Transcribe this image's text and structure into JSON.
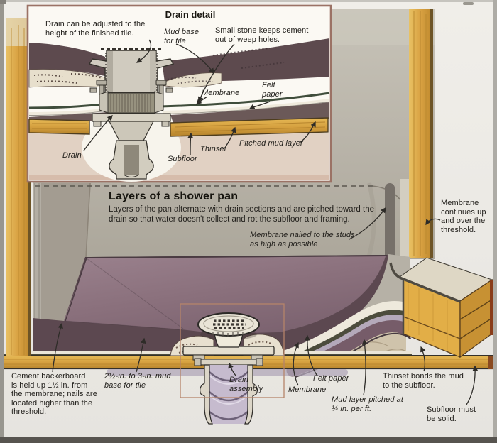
{
  "inset": {
    "title": "Drain detail",
    "callouts": {
      "drain_adjust": "Drain can be adjusted to the\nheight of the finished tile.",
      "mud_base": "Mud base\nfor tile",
      "small_stone": "Small stone keeps cement\nout of weep holes.",
      "membrane": "Membrane",
      "felt_paper": "Felt\npaper",
      "drain": "Drain",
      "subfloor": "Subfloor",
      "thinset": "Thinset",
      "pitched_mud_layer": "Pitched mud layer"
    }
  },
  "main": {
    "title": "Layers of a shower pan",
    "description": "Layers of the pan alternate with drain sections and are pitched toward the\ndrain so that water doesn't collect and rot the subfloor and framing.",
    "callouts": {
      "membrane_nailed": "Membrane nailed to the studs\nas high as possible",
      "membrane_continues": "Membrane\ncontinues up\nand over the\nthreshold.",
      "cement_backerboard": "Cement backerboard\nis held up 1½ in. from\nthe membrane; nails are\nlocated higher than the\nthreshold.",
      "mud_base": "2½-in. to 3-in. mud\nbase for tile",
      "drain_assembly": "Drain\nassembly",
      "membrane": "Membrane",
      "felt_paper": "Felt paper",
      "mud_layer_pitched": "Mud layer pitched at\n¼ in. per ft.",
      "thinset_bonds": "Thinset bonds the mud\nto the subfloor.",
      "subfloor_solid": "Subfloor must\nbe solid."
    }
  },
  "colors": {
    "page_bg": "#ebe9e4",
    "wall_gray": "#bab5aa",
    "mud_dark": "#5c4850",
    "pan_floor": "#8d7480",
    "wood": "#d9a243",
    "membrane_olive": "#4c4c3c",
    "felt": "#eee9dc",
    "lavender": "#b4a9ba",
    "inset_border": "#9b7265",
    "text": "#23211d"
  }
}
